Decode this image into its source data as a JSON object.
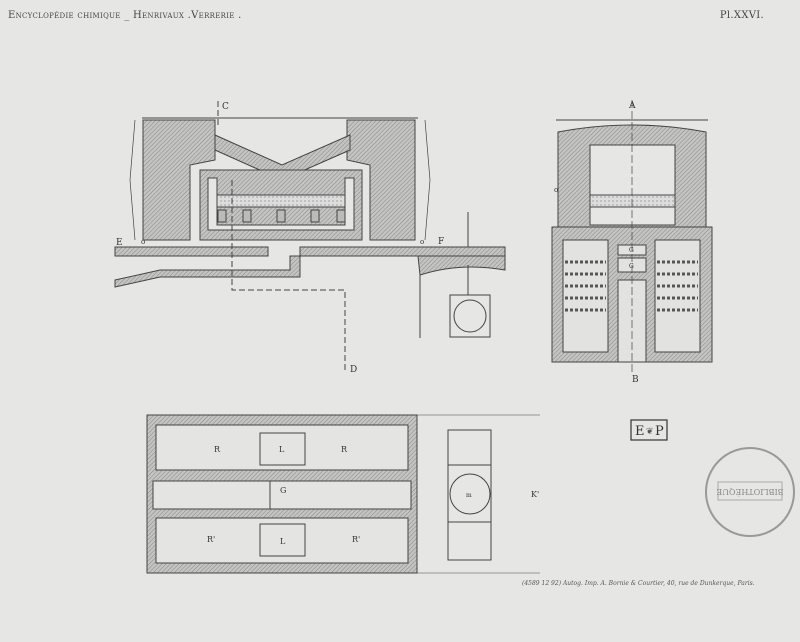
{
  "header": {
    "title": "Encyclopédie chimique _ Henrivaux .Verrerie .",
    "plate": "Pl.XXVI."
  },
  "labels": {
    "C": "C",
    "D": "D",
    "A": "A",
    "B": "B",
    "E": "E",
    "F": "F",
    "o": "o",
    "G": "G",
    "R": "R",
    "R_prime": "R'",
    "L": "L",
    "K_prime": "K'",
    "m": "m"
  },
  "stamp": {
    "monogram": "E P",
    "seal": "Bibliothèque"
  },
  "credit": "(4589 12 92) Autog. Imp. A. Bornie & Courtier, 40, rue de Dunkerque, Paris.",
  "colors": {
    "paper": "#e6e6e4",
    "ink": "#444444",
    "hatch": "#9a9a98"
  }
}
